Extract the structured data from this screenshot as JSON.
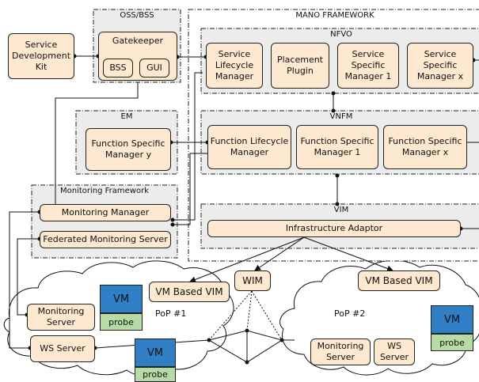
{
  "oss_bss": {
    "title": "OSS/BSS",
    "gatekeeper": "Gatekeeper",
    "bss": "BSS",
    "gui": "GUI"
  },
  "sdk": {
    "label": "Service Development Kit"
  },
  "mano": {
    "title": "MANO FRAMEWORK",
    "nfvo": {
      "title": "NFVO",
      "service_lifecycle_manager": "Service Lifecycle Manager",
      "placement_plugin": "Placement Plugin",
      "ssm1": "Service Specific Manager 1",
      "ssmx": "Service Specific Manager x"
    },
    "vnfm": {
      "title": "VNFM",
      "function_lifecycle_manager": "Function Lifecycle Manager",
      "fsm1": "Function Specific Manager 1",
      "fsmx": "Function Specific Manager x"
    },
    "vim": {
      "title": "VIM",
      "infrastructure_adaptor": "Infrastructure Adaptor"
    }
  },
  "em": {
    "title": "EM",
    "fsmy": "Function Specific Manager y"
  },
  "monitoring_framework": {
    "title": "Monitoring Framework",
    "monitoring_manager": "Monitoring Manager",
    "federated_monitoring_server": "Federated Monitoring Server"
  },
  "infrastructure": {
    "wim": "WIM",
    "vm_based_vim_1": "VM Based VIM",
    "vm_based_vim_2": "VM Based VIM",
    "pop1": "PoP #1",
    "pop2": "PoP #2",
    "monitoring_server_1": "Monitoring Server",
    "ws_server_1": "WS Server",
    "monitoring_server_2": "Monitoring Server",
    "ws_server_2": "WS Server",
    "vm": "VM",
    "probe": "probe"
  },
  "colors": {
    "component_fill": "#fde8d0",
    "frame_fill": "#ececec",
    "vm_fill": "#2f7ec6",
    "probe_fill": "#b6dba4"
  }
}
